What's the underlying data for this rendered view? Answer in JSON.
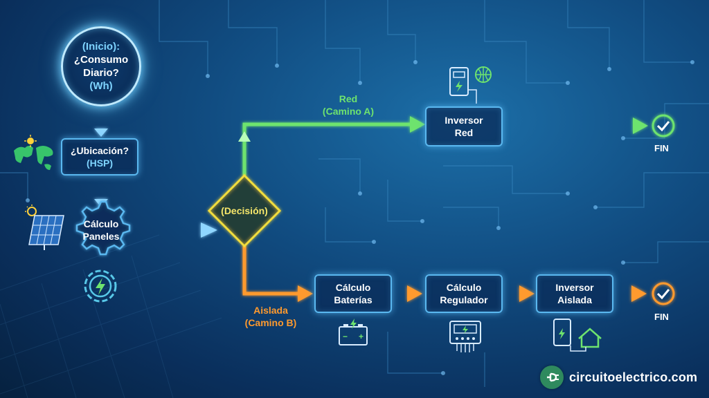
{
  "nodes": {
    "inicio": {
      "line1": "(Inicio):",
      "line2": "¿Consumo",
      "line3": "Diario?",
      "line4": "(Wh)"
    },
    "ubicacion": {
      "line1": "¿Ubicación?",
      "line2": "(HSP)"
    },
    "calculo_paneles": {
      "line1": "Cálculo",
      "line2": "Paneles"
    },
    "decision": {
      "label": "(Decisión)"
    },
    "inversor_red": {
      "line1": "Inversor",
      "line2": "Red"
    },
    "calculo_baterias": {
      "line1": "Cálculo",
      "line2": "Baterías"
    },
    "calculo_regulador": {
      "line1": "Cálculo",
      "line2": "Regulador"
    },
    "inversor_aislada": {
      "line1": "Inversor",
      "line2": "Aislada"
    }
  },
  "paths": {
    "red": {
      "line1": "Red",
      "line2": "(Camino A)"
    },
    "aislada": {
      "line1": "Aislada",
      "line2": "(Camino B)"
    }
  },
  "end_labels": {
    "top": "FIN",
    "bottom": "FIN"
  },
  "brand": {
    "text": "circuitoelectrico.com"
  },
  "icons": [
    "world-map-sun-icon",
    "solar-panel-icon",
    "gear-bolt-icon",
    "inverter-grid-icon",
    "battery-icon",
    "charge-controller-icon",
    "inverter-house-icon",
    "check-circle-icon",
    "plug-logo-icon"
  ],
  "colors": {
    "grid_path": "#6ee36e",
    "offgrid_path": "#ff9a2e",
    "node_border": "#5ab8f0",
    "decision": "#f2dd3c",
    "background": "#0f4a7e"
  }
}
